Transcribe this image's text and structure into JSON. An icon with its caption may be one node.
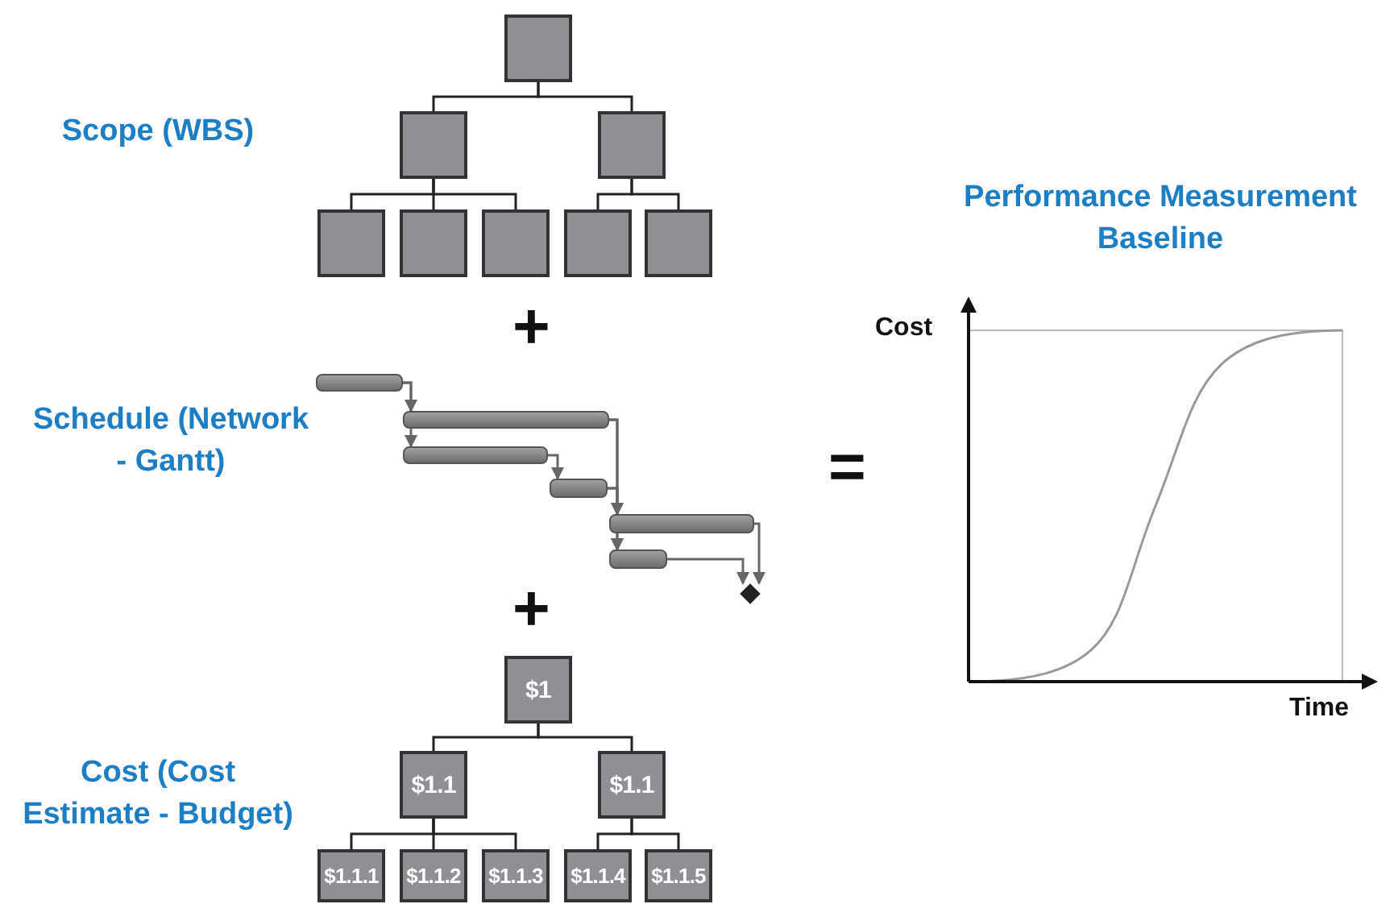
{
  "diagram": {
    "nodes": [
      {
        "text": [],
        "shape": "box"
      },
      {
        "text": [],
        "shape": "box"
      },
      {
        "text": [],
        "shape": "box"
      },
      {
        "text": [],
        "shape": "box"
      },
      {
        "text": [],
        "shape": "box"
      },
      {
        "text": [],
        "shape": "box"
      },
      {
        "text": [],
        "shape": "box"
      },
      {
        "text": [],
        "shape": "box"
      },
      {
        "text": [],
        "shape": "bar"
      },
      {
        "text": [],
        "shape": "bar"
      },
      {
        "text": [],
        "shape": "bar"
      },
      {
        "text": [],
        "shape": "bar"
      },
      {
        "text": [],
        "shape": "bar"
      },
      {
        "text": [],
        "shape": "bar"
      },
      {
        "text": [],
        "shape": "diamond"
      },
      {
        "text": [
          "$1"
        ]
      },
      {
        "text": [
          "$1.1"
        ]
      },
      {
        "text": [
          "$1.1"
        ]
      },
      {
        "text": [
          "$1.1.1"
        ]
      },
      {
        "text": [
          "$1.1.2"
        ]
      },
      {
        "text": [
          "$1.1.3"
        ]
      },
      {
        "text": [
          "$1.1.4"
        ]
      },
      {
        "text": [
          "$1.1.5"
        ]
      }
    ],
    "edges": [
      {
        "from": 0,
        "to": 1,
        "arrow": "none"
      },
      {
        "from": 0,
        "to": 2,
        "arrow": "none"
      },
      {
        "from": 1,
        "to": 3,
        "arrow": "none"
      },
      {
        "from": 1,
        "to": 4,
        "arrow": "none"
      },
      {
        "from": 1,
        "to": 5,
        "arrow": "none"
      },
      {
        "from": 2,
        "to": 6,
        "arrow": "none"
      },
      {
        "from": 2,
        "to": 7,
        "arrow": "none"
      },
      {
        "from": 8,
        "to": 9,
        "arrow": "to"
      },
      {
        "from": 8,
        "to": 10,
        "arrow": "to"
      },
      {
        "from": 10,
        "to": 11,
        "arrow": "to"
      },
      {
        "from": 9,
        "to": 12,
        "arrow": "to"
      },
      {
        "from": 9,
        "to": 13,
        "arrow": "to"
      },
      {
        "from": 11,
        "to": 12,
        "arrow": "to"
      },
      {
        "from": 11,
        "to": 13,
        "arrow": "to"
      },
      {
        "from": 12,
        "to": 14,
        "arrow": "to"
      },
      {
        "from": 13,
        "to": 14,
        "arrow": "to"
      },
      {
        "from": 15,
        "to": 16,
        "arrow": "none"
      },
      {
        "from": 15,
        "to": 17,
        "arrow": "none"
      },
      {
        "from": 16,
        "to": 18,
        "arrow": "none"
      },
      {
        "from": 16,
        "to": 19,
        "arrow": "none"
      },
      {
        "from": 16,
        "to": 20,
        "arrow": "none"
      },
      {
        "from": 17,
        "to": 21,
        "arrow": "none"
      },
      {
        "from": 17,
        "to": 22,
        "arrow": "none"
      }
    ],
    "labels": [
      "Scope (WBS)",
      "+",
      "Schedule (Network - Gantt)",
      "+",
      "Cost (Cost Estimate - Budget)",
      "=",
      "Performance Measurement Baseline",
      "Cost",
      "Time"
    ]
  }
}
